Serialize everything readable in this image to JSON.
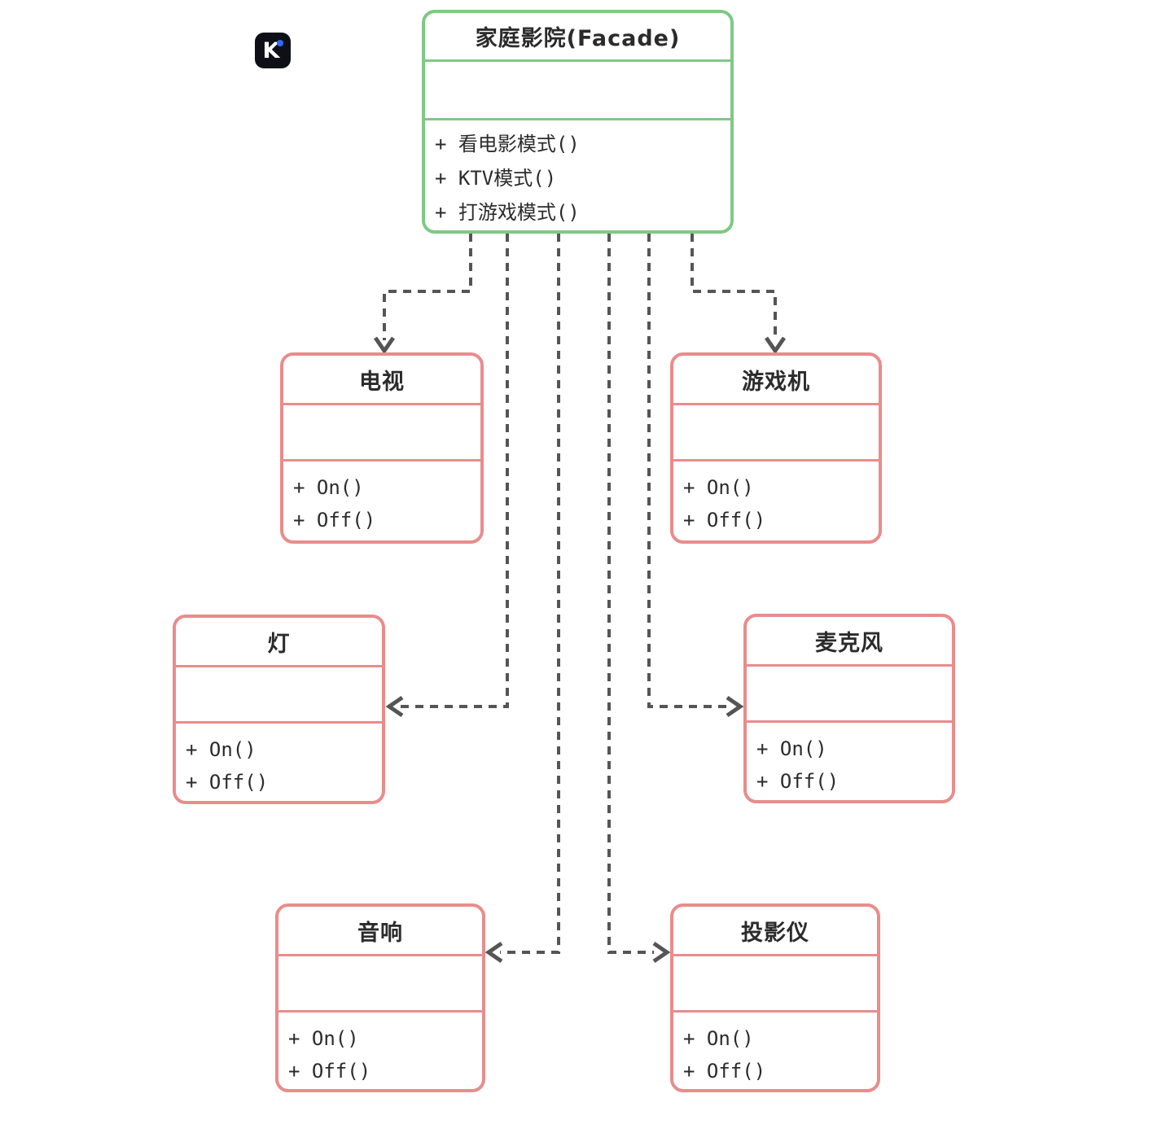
{
  "logo": {
    "letter": "K"
  },
  "classes": {
    "facade": {
      "title": "家庭影院(Facade)",
      "attributes": "",
      "methods": [
        "+ 看电影模式()",
        "+ KTV模式()",
        "+ 打游戏模式()"
      ]
    },
    "tv": {
      "title": "电视",
      "attributes": "",
      "methods": [
        "+ On()",
        "+ Off()"
      ]
    },
    "game_console": {
      "title": "游戏机",
      "attributes": "",
      "methods": [
        "+ On()",
        "+ Off()"
      ]
    },
    "light": {
      "title": "灯",
      "attributes": "",
      "methods": [
        "+ On()",
        "+ Off()"
      ]
    },
    "microphone": {
      "title": "麦克风",
      "attributes": "",
      "methods": [
        "+ On()",
        "+ Off()"
      ]
    },
    "speaker": {
      "title": "音响",
      "attributes": "",
      "methods": [
        "+ On()",
        "+ Off()"
      ]
    },
    "projector": {
      "title": "投影仪",
      "attributes": "",
      "methods": [
        "+ On()",
        "+ Off()"
      ]
    }
  },
  "connections": [
    {
      "from": "家庭影院(Facade)",
      "to": "电视",
      "type": "dashed-dependency-arrow"
    },
    {
      "from": "家庭影院(Facade)",
      "to": "游戏机",
      "type": "dashed-dependency-arrow"
    },
    {
      "from": "家庭影院(Facade)",
      "to": "灯",
      "type": "dashed-dependency-arrow"
    },
    {
      "from": "家庭影院(Facade)",
      "to": "麦克风",
      "type": "dashed-dependency-arrow"
    },
    {
      "from": "家庭影院(Facade)",
      "to": "音响",
      "type": "dashed-dependency-arrow"
    },
    {
      "from": "家庭影院(Facade)",
      "to": "投影仪",
      "type": "dashed-dependency-arrow"
    }
  ],
  "colors": {
    "facade_border": "#80c885",
    "subsystem_border": "#e98c8c",
    "connector": "#555555",
    "text": "#2b2b2b",
    "logo_background": "#0d1117",
    "logo_dot": "#2f6bfe"
  }
}
